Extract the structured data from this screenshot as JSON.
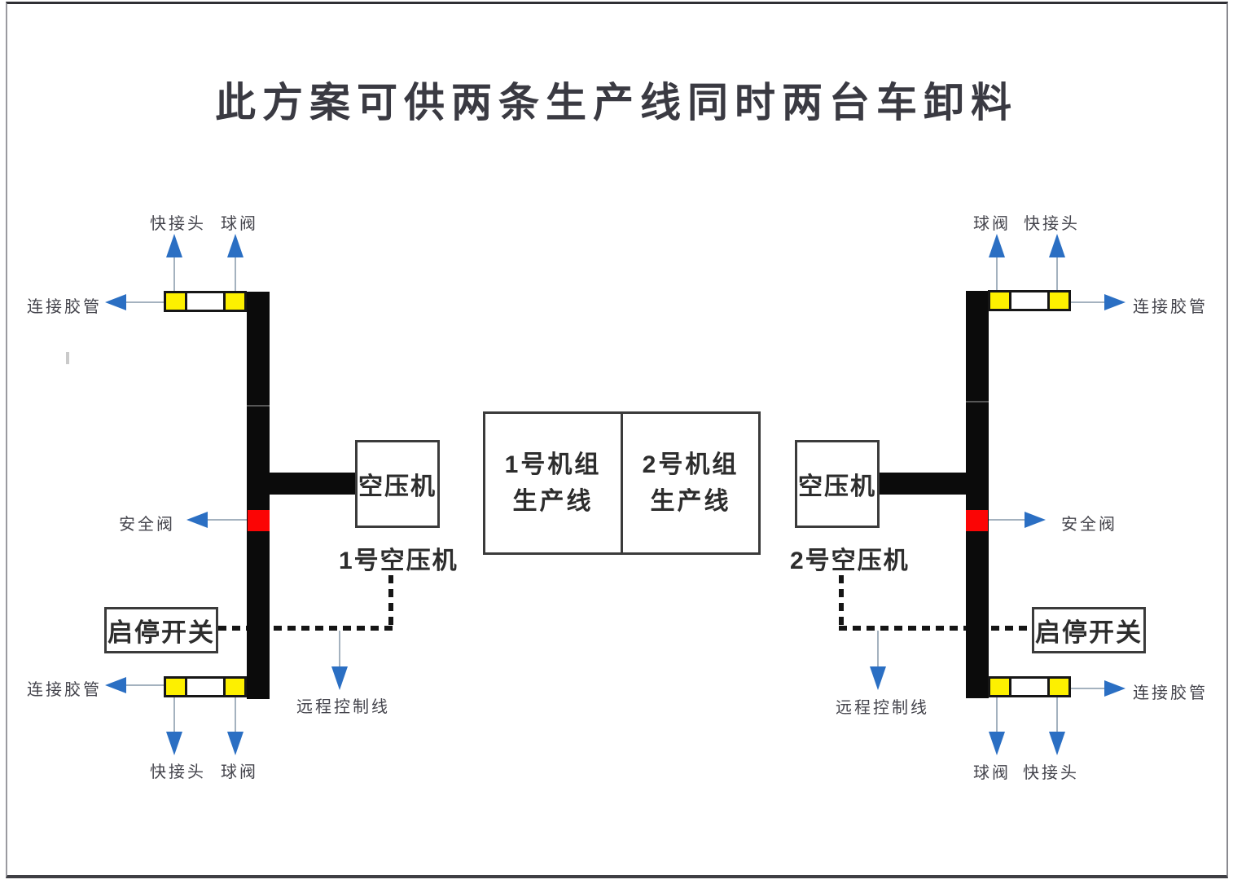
{
  "title": "此方案可供两条生产线同时两台车卸料",
  "labels": {
    "quick_connector": "快接头",
    "ball_valve": "球阀",
    "connect_hose": "连接胶管",
    "safety_valve": "安全阀",
    "air_compressor": "空压机",
    "compressor_1": "1号空压机",
    "compressor_2": "2号空压机",
    "start_stop_switch": "启停开关",
    "remote_control_line": "远程控制线",
    "unit1_line1": "1号机组",
    "unit1_line2": "生产线",
    "unit2_line1": "2号机组",
    "unit2_line2": "生产线"
  },
  "colors": {
    "arrow_blue": "#2b6fc3",
    "valve_yellow": "#fdf000",
    "safety_red": "#fb0505",
    "pipe_black": "#0b0b0b",
    "title_gray": "#3a3a42"
  }
}
